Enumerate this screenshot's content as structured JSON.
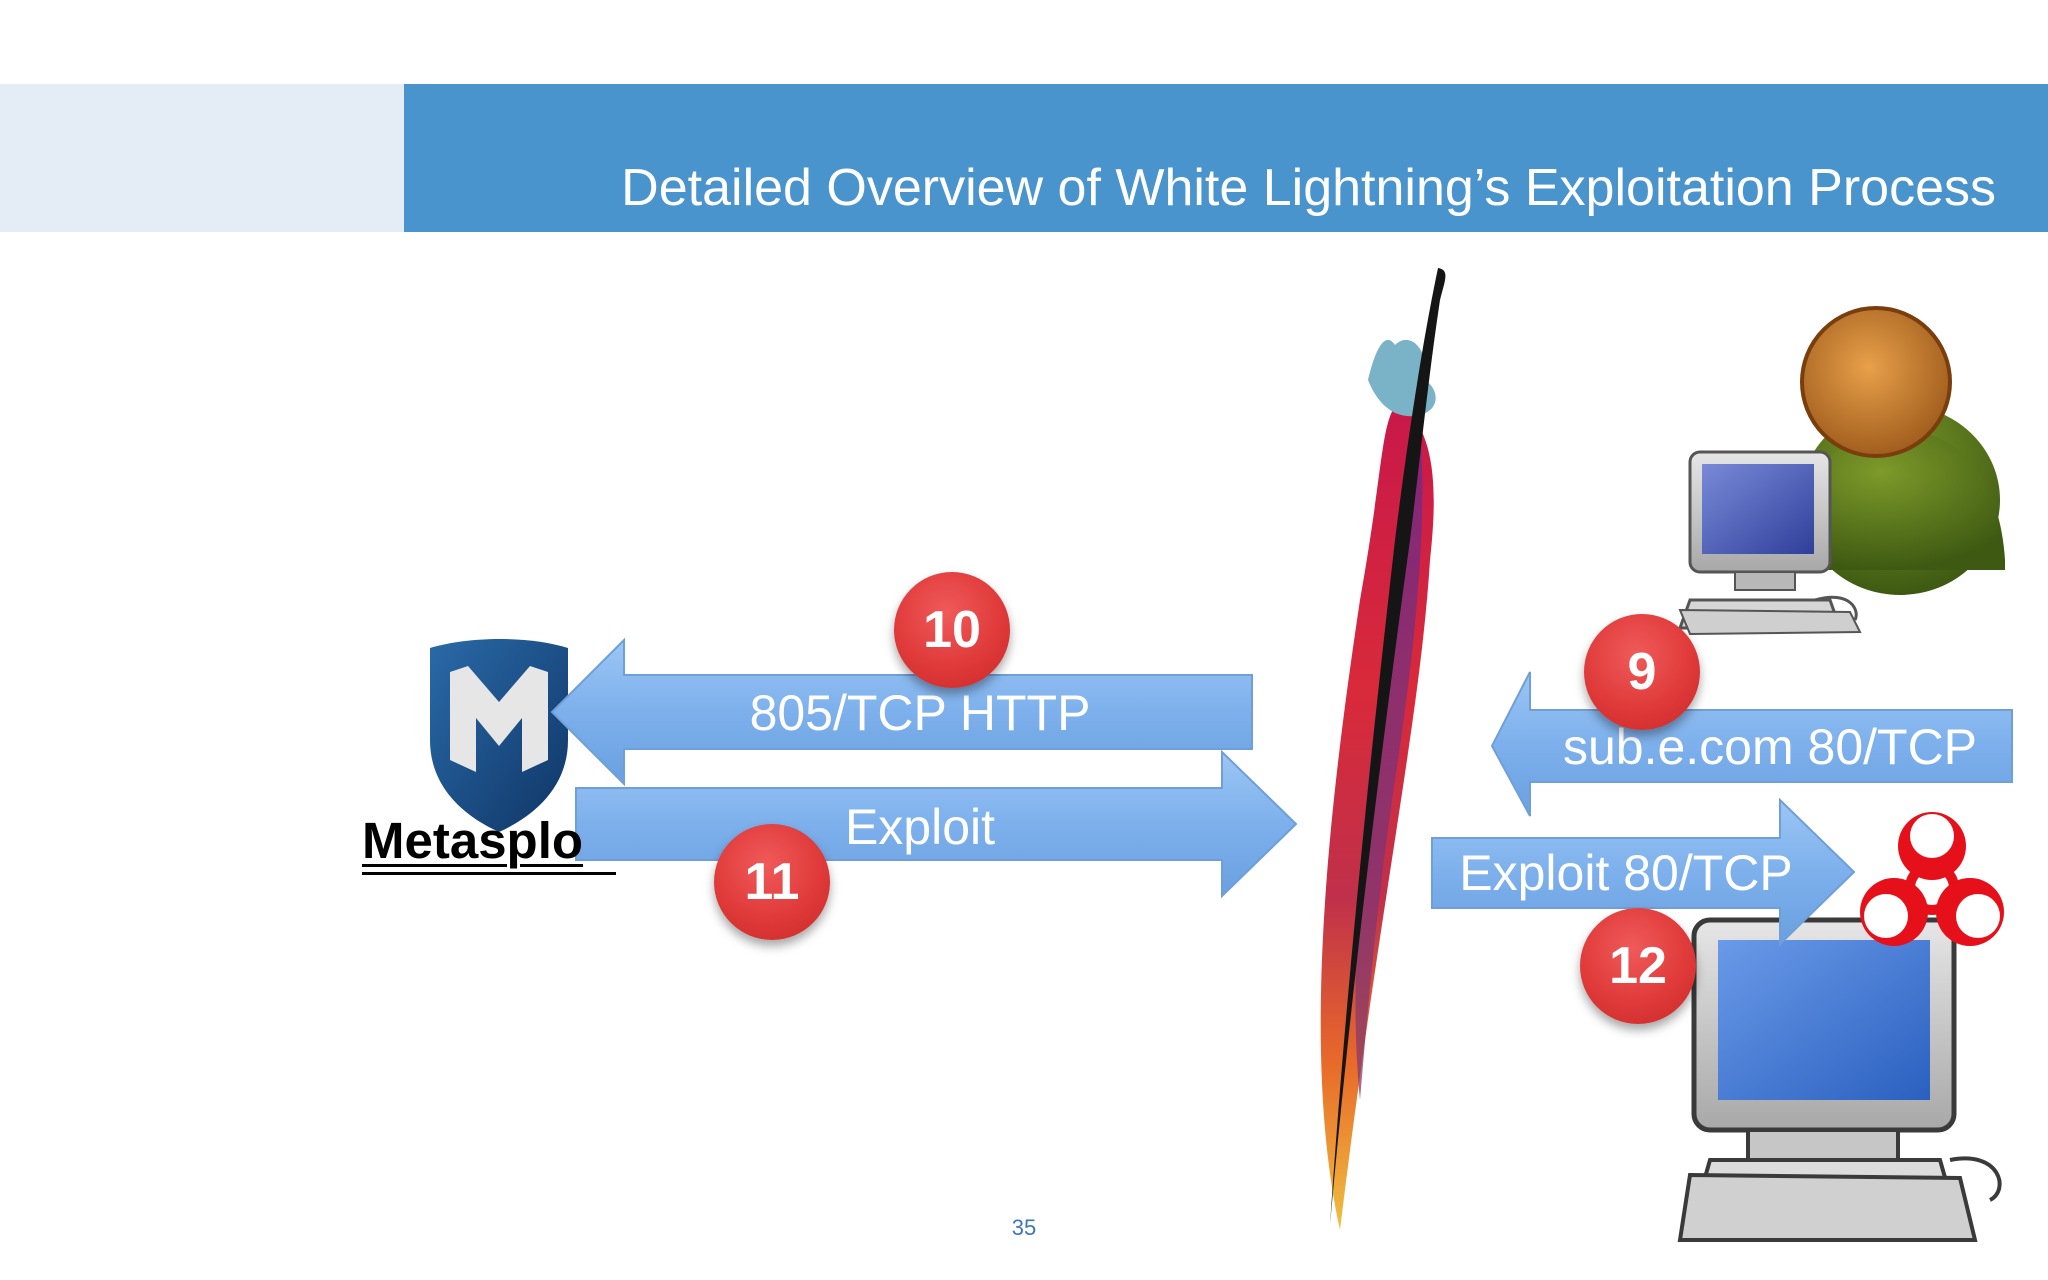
{
  "slide": {
    "title": "Detailed Overview of White Lightning’s Exploitation Process",
    "page_number": "35"
  },
  "colors": {
    "header_blue": "#4a94cd",
    "header_left_panel": "#e4ecf6",
    "arrow_blue": "#7fb2ee",
    "badge_red": "#e03a3a",
    "biohazard_red": "#e5101a"
  },
  "metasploit": {
    "label": "Metasplo",
    "icon": "metasploit-logo-icon"
  },
  "apache": {
    "icon": "apache-feather-icon"
  },
  "attacker": {
    "icon": "user-at-computer-icon"
  },
  "victim": {
    "icon": "infected-computer-icon",
    "hazard_icon": "biohazard-icon"
  },
  "arrows": [
    {
      "id": "http-callback",
      "label": "805/TCP HTTP",
      "direction": "left"
    },
    {
      "id": "exploit-to-apache",
      "label": "Exploit",
      "direction": "right"
    },
    {
      "id": "subdomain-request",
      "label": "sub.e.com 80/TCP",
      "direction": "left"
    },
    {
      "id": "exploit-to-victim",
      "label": "Exploit 80/TCP",
      "direction": "right"
    }
  ],
  "steps": [
    {
      "number": "10"
    },
    {
      "number": "11"
    },
    {
      "number": "9"
    },
    {
      "number": "12"
    }
  ]
}
